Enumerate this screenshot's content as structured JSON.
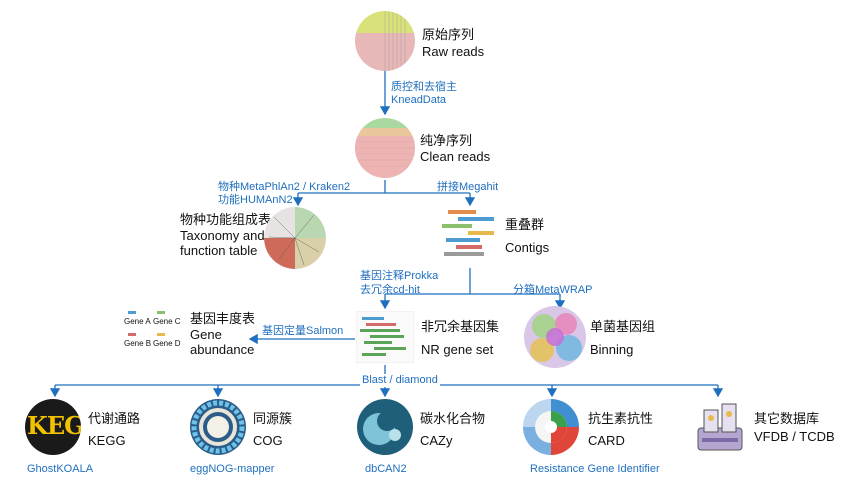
{
  "nodes": {
    "raw": {
      "zh": "原始序列",
      "en": "Raw reads"
    },
    "clean": {
      "zh": "纯净序列",
      "en": "Clean reads"
    },
    "taxonomy": {
      "zh": "物种功能组成表",
      "en1": "Taxonomy and",
      "en2": "function table"
    },
    "contigs": {
      "zh": "重叠群",
      "en": "Contigs"
    },
    "abundance": {
      "zh": "基因丰度表",
      "en1": "Gene",
      "en2": "abundance"
    },
    "nrgene": {
      "zh": "非冗余基因集",
      "en": "NR gene set"
    },
    "binning": {
      "zh": "单菌基因组",
      "en": "Binning"
    },
    "kegg": {
      "zh": "代谢通路",
      "en": "KEGG"
    },
    "cog": {
      "zh": "同源簇",
      "en": "COG"
    },
    "cazy": {
      "zh": "碳水化合物",
      "en": "CAZy"
    },
    "card": {
      "zh": "抗生素抗性",
      "en": "CARD"
    },
    "other": {
      "zh": "其它数据库",
      "en": "VFDB / TCDB"
    }
  },
  "edges": {
    "qc1": "质控和去宿主",
    "qc2": "KneadData",
    "tax1": "物种MetaPhlAn2 / Kraken2",
    "tax2": "功能HUMAnN2",
    "assembly": "拼接Megahit",
    "anno1": "基因注释Prokka",
    "anno2": "去冗余cd-hit",
    "binning": "分箱MetaWRAP",
    "quant": "基因定量Salmon",
    "blast": "Blast / diamond"
  },
  "tools": {
    "kegg": "GhostKOALA",
    "cog": "eggNOG-mapper",
    "cazy": "dbCAN2",
    "card": "Resistance Gene Identifier"
  },
  "gene_legend": [
    "Gene A",
    "Gene C",
    "Gene B",
    "Gene D"
  ],
  "kegg_logo": "KEGG",
  "colors": {
    "arrow": "#1f6fbf",
    "label": "#1f6fbf"
  }
}
